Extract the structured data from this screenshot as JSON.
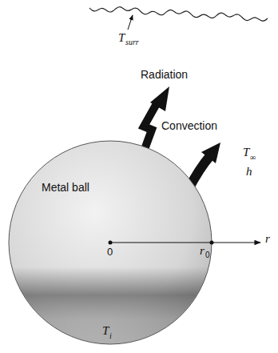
{
  "diagram": {
    "nodes": [
      {
        "text": [
          "Metal ball"
        ]
      }
    ],
    "labels": [
      "T",
      "surr",
      "Radiation",
      "Convection",
      "T",
      "∞",
      "h",
      "0",
      "r",
      "0",
      "r",
      "T",
      "i"
    ]
  }
}
